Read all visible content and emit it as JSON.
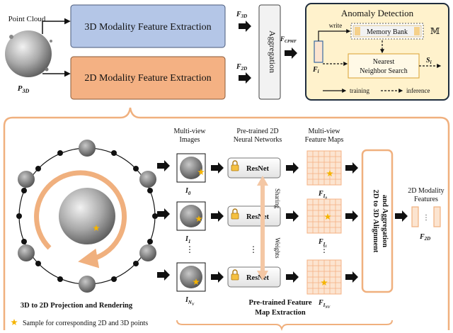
{
  "top": {
    "point_cloud_label": "Point Cloud",
    "p3d_label": "P",
    "p3d_sub": "3D",
    "modality_3d": "3D Modality Feature Extraction",
    "modality_2d": "2D Modality Feature Extraction",
    "f3d": "F",
    "f3d_sub": "3D",
    "f2d": "F",
    "f2d_sub": "2D",
    "aggregation": "Aggregation",
    "fcpmf": "F",
    "fcpmf_sub": "CPMF"
  },
  "anomaly": {
    "title": "Anomaly Detection",
    "write": "write",
    "memory_bank": "Memory Bank",
    "memory_symbol": "𝕄",
    "fi": "F",
    "fi_sub": "i",
    "nearest_line1": "Nearest",
    "nearest_line2": "Neighbor Search",
    "si": "S",
    "si_sub": "i",
    "legend_training": "training",
    "legend_inference": "inference"
  },
  "bottom": {
    "projection_label": "3D to 2D Projection and Rendering",
    "sample_note": "Sample for corresponding 2D and 3D points",
    "multiview_images_1": "Multi-view",
    "multiview_images_2": "Images",
    "pretrained_2d_1": "Pre-trained 2D",
    "pretrained_2d_2": "Neural Networks",
    "feature_maps_1": "Multi-view",
    "feature_maps_2": "Feature Maps",
    "resnet": "ResNet",
    "sharing": "Sharing",
    "weights": "Weights",
    "image_labels": [
      {
        "base": "I",
        "sub": "0"
      },
      {
        "base": "I",
        "sub": "1"
      },
      {
        "base": "I",
        "sub": "N",
        "subsub": "V"
      }
    ],
    "fmap_labels": [
      {
        "base": "F",
        "sub": "I",
        "subsub": "0"
      },
      {
        "base": "F",
        "sub": "I",
        "subsub": "1"
      },
      {
        "base": "F",
        "sub": "I",
        "subsub": "NV"
      }
    ],
    "ellipsis": "⋮",
    "alignment_1": "2D to 3D Alignment",
    "alignment_2": "and Aggregation",
    "pretrained_fm_1": "Pre-trained Feature",
    "pretrained_fm_2": "Map Extraction",
    "modality_features_1": "2D Modality",
    "modality_features_2": "Features",
    "f2d_out": "F",
    "f2d_out_sub": "2D"
  },
  "colors": {
    "blue_box": "#b4c6e7",
    "orange_box": "#f4b183",
    "orange_line": "#f0b07e",
    "anomaly_bg": "#fff2cc",
    "anomaly_border": "#1f2d3d",
    "feature_fill": "#fce4d0",
    "grid_line": "#f4b183"
  }
}
